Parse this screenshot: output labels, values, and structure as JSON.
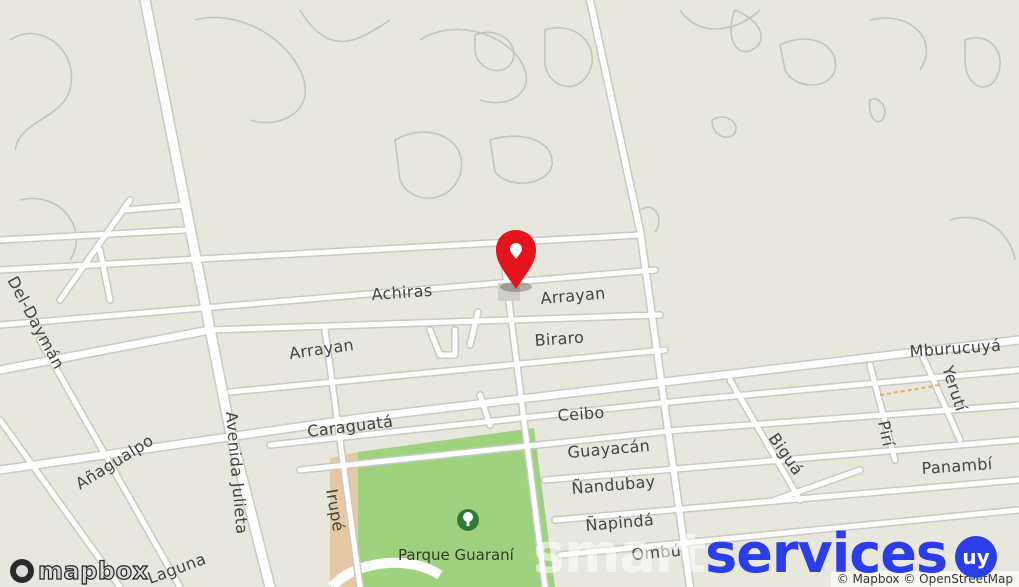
{
  "map": {
    "colors": {
      "land": "#e7e7dd",
      "park": "#9fd27f",
      "marker": "#e3141b",
      "brand_blue": "#2b3de6"
    },
    "streets": {
      "achiras": "Achiras",
      "arrayan_east": "Arrayan",
      "arrayan_west": "Arrayan",
      "biraro": "Biraro",
      "del_dayman": "Del-Daymán",
      "mburucuya": "Mburucuyá",
      "yeruti": "Yerutí",
      "caraguata": "Caraguatá",
      "ceibo": "Ceibo",
      "anagualpo": "Añagualpo",
      "avenida_julieta": "Avenida Julieta",
      "guayacan": "Guayacán",
      "bigua": "Biguá",
      "piri": "Pirí",
      "panambi": "Panambí",
      "nandubay": "Ñandubay",
      "irupe": "Irupé",
      "napinda": "Ñapindá",
      "laguna": "Laguna",
      "ombu": "Ombú"
    },
    "park_label": "Parque Guaraní",
    "park_icon": "tree-icon",
    "marker_icon": "location-pin-icon"
  },
  "overlay": {
    "mapbox_logo": "mapbox",
    "attribution": "© Mapbox © OpenStreetMap",
    "brand_smart": "smart",
    "brand_services": "services",
    "brand_badge": "uy"
  }
}
